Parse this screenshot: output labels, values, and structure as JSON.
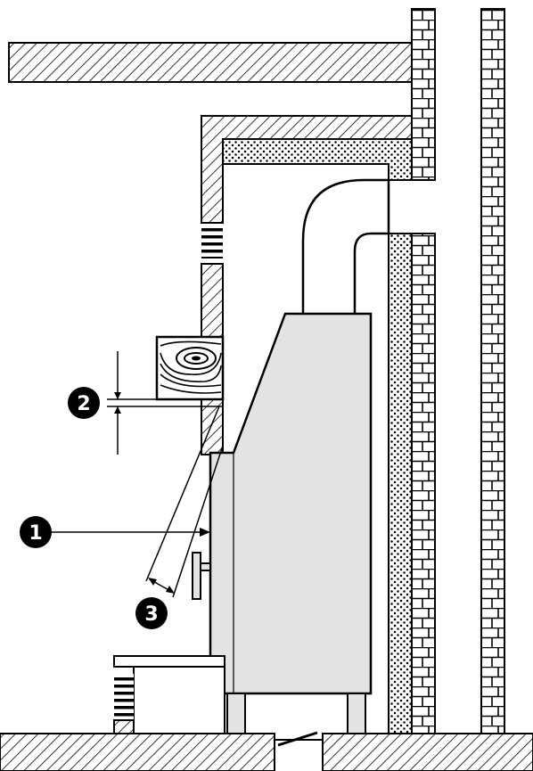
{
  "callouts": [
    {
      "id": "callout-1",
      "label": "1"
    },
    {
      "id": "callout-2",
      "label": "2"
    },
    {
      "id": "callout-3",
      "label": "3"
    }
  ],
  "colors": {
    "ink": "#000000",
    "stove_fill": "#e3e3e3",
    "background": "#ffffff"
  }
}
